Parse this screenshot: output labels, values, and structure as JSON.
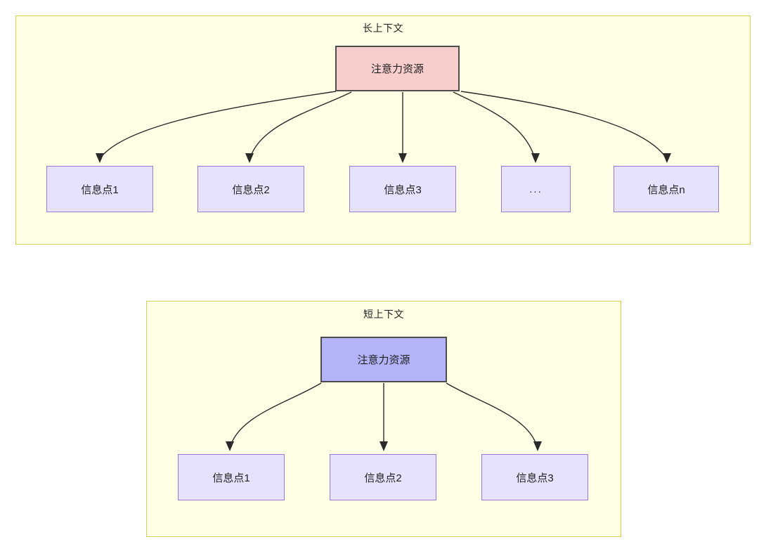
{
  "diagram": {
    "title_long": "长上下文",
    "title_short": "短上下文",
    "node_attention_long": "注意力资源",
    "node_attention_short": "注意力资源",
    "long_context_nodes": [
      {
        "label": "信息点1"
      },
      {
        "label": "信息点2"
      },
      {
        "label": "信息点3"
      },
      {
        "label": "..."
      },
      {
        "label": "信息点n"
      }
    ],
    "short_context_nodes": [
      {
        "label": "信息点1"
      },
      {
        "label": "信息点2"
      },
      {
        "label": "信息点3"
      }
    ],
    "colors": {
      "group_fill": "#ffffe6",
      "group_border": "#d6d34e",
      "attention_long_fill": "#f8cecc",
      "attention_short_fill": "#b3b3f7",
      "node_border": "#9f78d8",
      "node_fill": "#e7e2fb",
      "edge": "#2a2a2a",
      "strong_border": "#4d4d4d"
    }
  }
}
